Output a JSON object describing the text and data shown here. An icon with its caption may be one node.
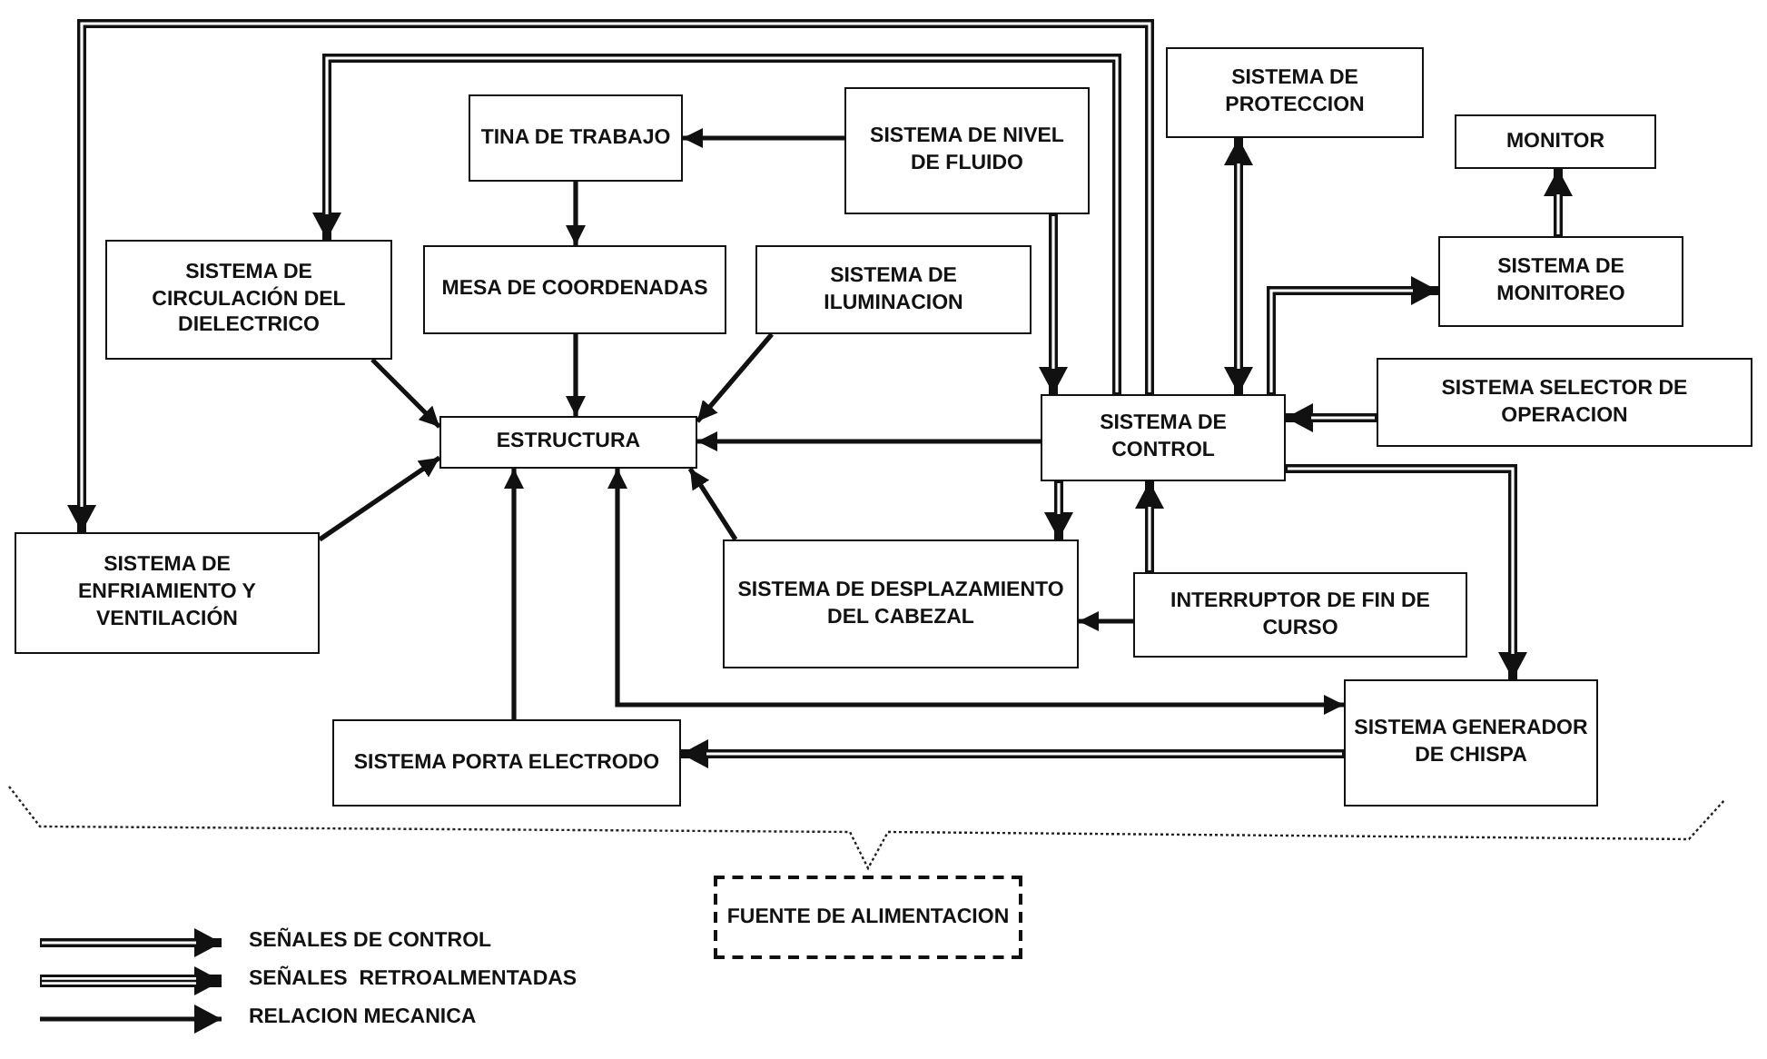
{
  "diagram": {
    "nodes": [
      {
        "text": [
          "TINA DE TRABAJO"
        ]
      },
      {
        "text": [
          "SISTEMA DE NIVEL DE FLUIDO"
        ]
      },
      {
        "text": [
          "SISTEMA DE PROTECCION"
        ]
      },
      {
        "text": [
          "MONITOR"
        ]
      },
      {
        "text": [
          "SISTEMA DE CIRCULACIÓN DEL DIELECTRICO"
        ]
      },
      {
        "text": [
          "MESA DE COORDENADAS"
        ]
      },
      {
        "text": [
          "SISTEMA DE ILUMINACION"
        ]
      },
      {
        "text": [
          "SISTEMA DE MONITOREO"
        ]
      },
      {
        "text": [
          "ESTRUCTURA"
        ]
      },
      {
        "text": [
          "SISTEMA DE CONTROL"
        ]
      },
      {
        "text": [
          "SISTEMA SELECTOR DE OPERACION"
        ]
      },
      {
        "text": [
          "SISTEMA DE ENFRIAMIENTO Y VENTILACIÓN"
        ]
      },
      {
        "text": [
          "SISTEMA DE DESPLAZAMIENTO DEL CABEZAL"
        ]
      },
      {
        "text": [
          "INTERRUPTOR DE FIN DE CURSO"
        ]
      },
      {
        "text": [
          "SISTEMA PORTA ELECTRODO"
        ]
      },
      {
        "text": [
          "SISTEMA GENERADOR DE CHISPA"
        ]
      },
      {
        "text": [
          "FUENTE DE ALIMENTACION"
        ]
      }
    ],
    "edges": [
      {
        "from": 9,
        "to": 11,
        "arrow": "to",
        "style": "thick"
      },
      {
        "from": 9,
        "to": 4,
        "arrow": "to",
        "style": "thick"
      },
      {
        "from": 1,
        "to": 0,
        "arrow": "to"
      },
      {
        "from": 0,
        "to": 5,
        "arrow": "to"
      },
      {
        "from": 5,
        "to": 8,
        "arrow": "to"
      },
      {
        "from": 4,
        "to": 8,
        "arrow": "to"
      },
      {
        "from": 6,
        "to": 8,
        "arrow": "to"
      },
      {
        "from": 11,
        "to": 8,
        "arrow": "to"
      },
      {
        "from": 9,
        "to": 8,
        "arrow": "to"
      },
      {
        "from": 12,
        "to": 8,
        "arrow": "to"
      },
      {
        "from": 14,
        "to": 8,
        "arrow": "to"
      },
      {
        "from": 15,
        "to": 8,
        "arrow": "both"
      },
      {
        "from": 15,
        "to": 14,
        "arrow": "to",
        "style": "thick"
      },
      {
        "from": 1,
        "to": 9,
        "arrow": "to",
        "style": "thick"
      },
      {
        "from": 2,
        "to": 9,
        "arrow": "both",
        "style": "thick"
      },
      {
        "from": 9,
        "to": 7,
        "arrow": "to",
        "style": "thick"
      },
      {
        "from": 7,
        "to": 3,
        "arrow": "to",
        "style": "thick"
      },
      {
        "from": 10,
        "to": 9,
        "arrow": "to",
        "style": "thick"
      },
      {
        "from": 9,
        "to": 15,
        "arrow": "to",
        "style": "thick"
      },
      {
        "from": 9,
        "to": 12,
        "arrow": "to",
        "style": "thick"
      },
      {
        "from": 13,
        "to": 9,
        "arrow": "to",
        "style": "thick"
      },
      {
        "from": 13,
        "to": 12,
        "arrow": "to"
      }
    ],
    "legend": [
      {
        "text": "SEÑALES DE CONTROL"
      },
      {
        "text": "SEÑALES  RETROALMENTADAS"
      },
      {
        "text": "RELACION MECANICA"
      }
    ]
  }
}
